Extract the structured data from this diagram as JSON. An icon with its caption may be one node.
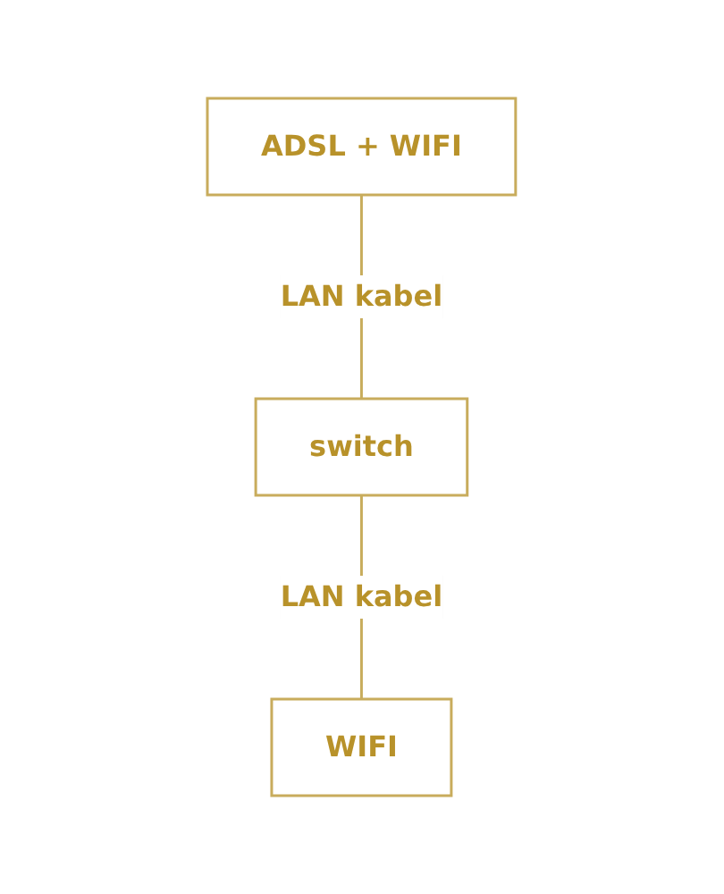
{
  "diagram": {
    "nodes": [
      {
        "text": [
          "ADSL + WIFI"
        ]
      },
      {
        "text": [
          "switch"
        ]
      },
      {
        "text": [
          "WIFI"
        ]
      }
    ],
    "edges": [
      {
        "from": 0,
        "to": 1,
        "arrow": "none",
        "label": "LAN kabel"
      },
      {
        "from": 1,
        "to": 2,
        "arrow": "none",
        "label": "LAN kabel"
      }
    ]
  }
}
